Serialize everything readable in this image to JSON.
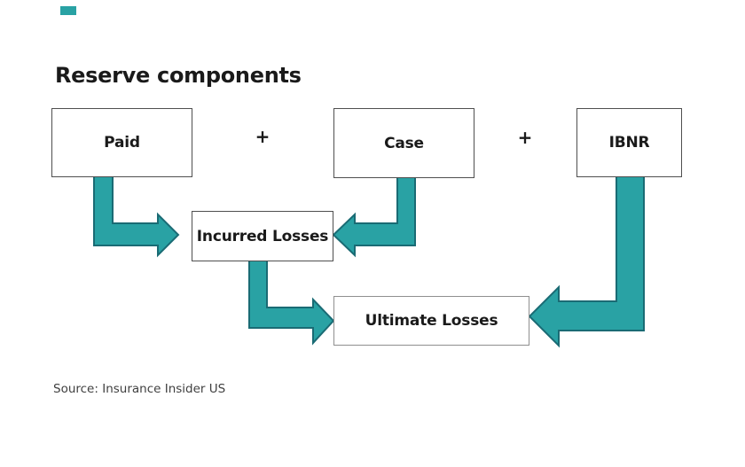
{
  "brand": {
    "logo_color": "#29A2A4"
  },
  "title": "Reserve components",
  "boxes": {
    "paid": "Paid",
    "case": "Case",
    "ibnr": "IBNR",
    "incurred": "Incurred Losses",
    "ultimate": "Ultimate Losses"
  },
  "operators": {
    "plus_left": "+",
    "plus_right": "+"
  },
  "arrows": {
    "fill": "#29A2A4",
    "outline": "#1A6B74"
  },
  "footer": {
    "source": "Source: Insurance Insider US"
  }
}
